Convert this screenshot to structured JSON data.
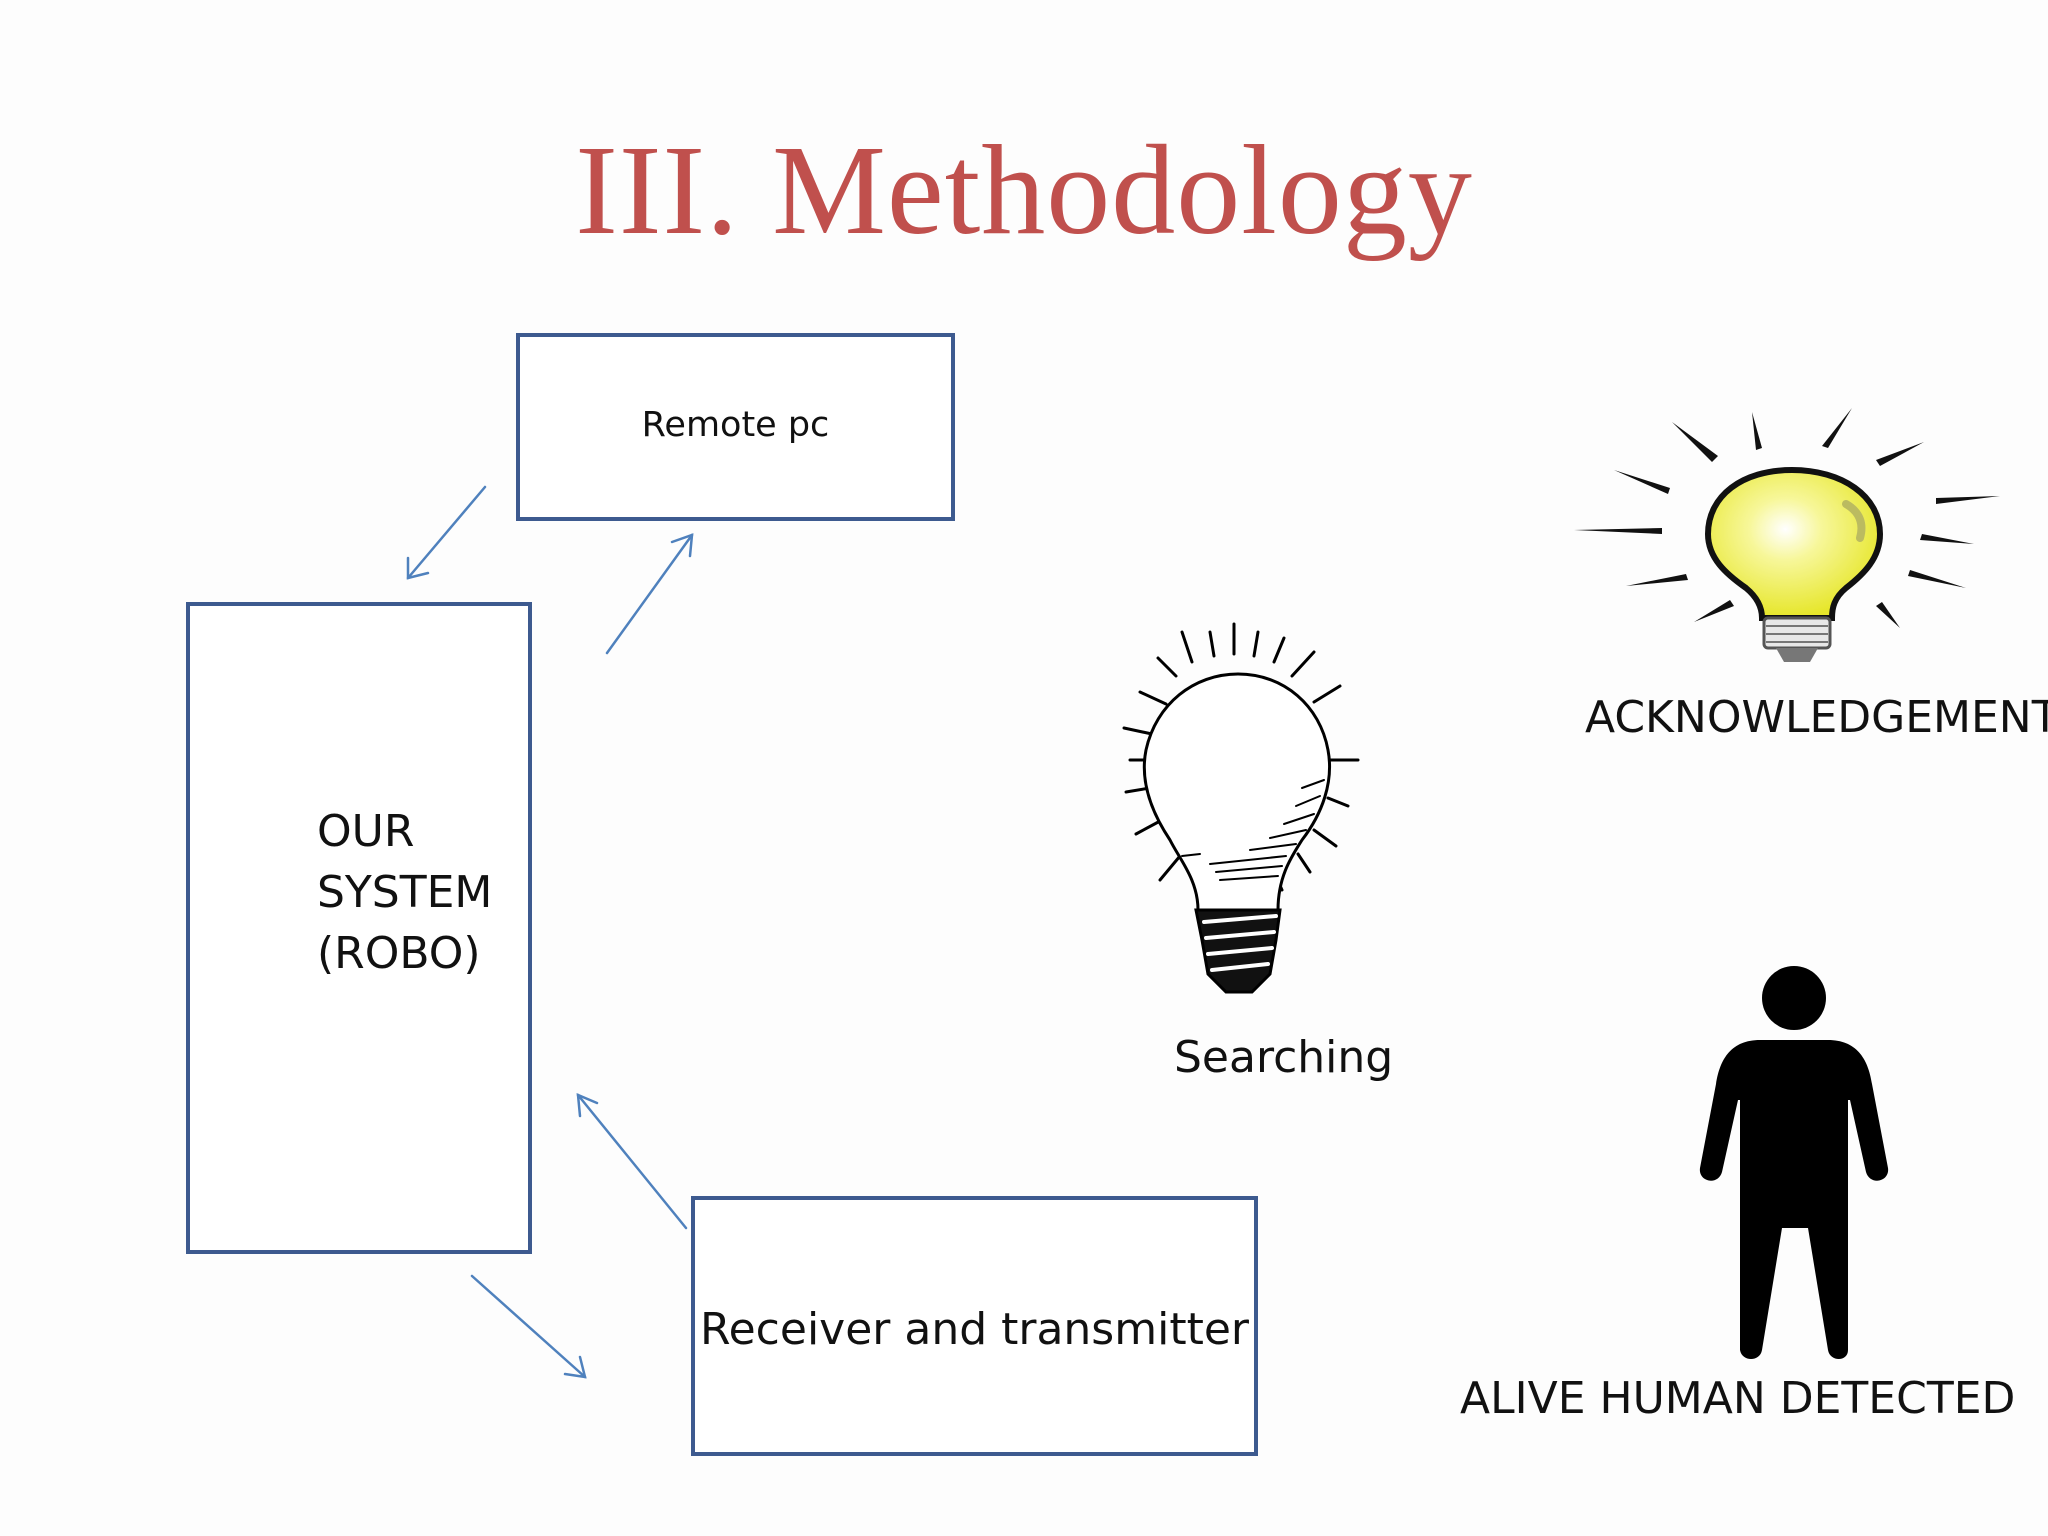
{
  "title": "III. Methodology",
  "diagram": {
    "nodes": [
      {
        "id": "remote",
        "label": "Remote pc"
      },
      {
        "id": "system",
        "label": "OUR\nSYSTEM\n(ROBO)"
      },
      {
        "id": "rt",
        "label": "Receiver and transmitter"
      }
    ],
    "edges": [
      {
        "from": "system",
        "to": "remote"
      },
      {
        "from": "remote",
        "to": "system"
      },
      {
        "from": "system",
        "to": "rt"
      },
      {
        "from": "rt",
        "to": "system"
      }
    ]
  },
  "status": {
    "searching": {
      "label": "Searching",
      "icon": "unlit-lightbulb-icon"
    },
    "acknowledgement": {
      "label": "ACKNOWLEDGEMENT",
      "icon": "lit-lightbulb-icon"
    },
    "alive": {
      "label": "ALIVE HUMAN DETECTED",
      "icon": "human-figure-icon"
    }
  },
  "colors": {
    "title": "#c0504d",
    "box_border": "#3d5a8f",
    "arrow": "#4f81bd",
    "bulb_glow": "#f2f25a"
  }
}
